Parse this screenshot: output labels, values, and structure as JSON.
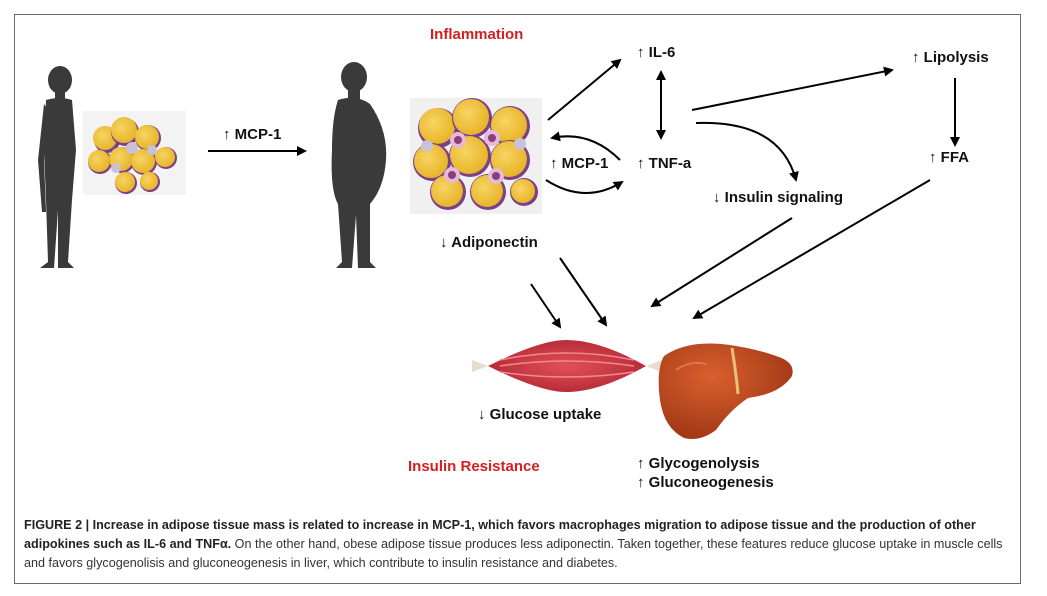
{
  "labels": {
    "inflammation": "Inflammation",
    "mcp1_left": "MCP-1",
    "il6": "IL-6",
    "mcp1_mid": "MCP-1",
    "tnf": "TNF-a",
    "lipolysis": "Lipolysis",
    "ffa": "FFA",
    "insulin_signaling": "Insulin signaling",
    "adiponectin": "Adiponectin",
    "glucose_uptake": "Glucose uptake",
    "insulin_resistance": "Insulin Resistance",
    "glycogenolysis": "Glycogenolysis",
    "gluconeogenesis": "Gluconeogenesis"
  },
  "arrows": {
    "up": "↑",
    "down": "↓"
  },
  "caption": {
    "bold": "FIGURE 2 | Increase in adipose tissue mass is related to increase in MCP-1, which favors macrophages migration to adipose tissue and the production of other adipokines such as IL-6 and TNFα.",
    "normal": " On the other hand, obese adipose tissue produces less adiponectin. Taken together, these features reduce glucose uptake in muscle cells and favors glycogenolisis and gluconeogenesis in liver, which contribute to insulin resistance and diabetes."
  },
  "colors": {
    "accent_red": "#d42020",
    "silhouette": "#3a3a3a",
    "adipocyte_fill": "#f1c232",
    "adipocyte_border": "#7b3f8c",
    "muscle": "#c9303a",
    "liver": "#b8431e"
  }
}
